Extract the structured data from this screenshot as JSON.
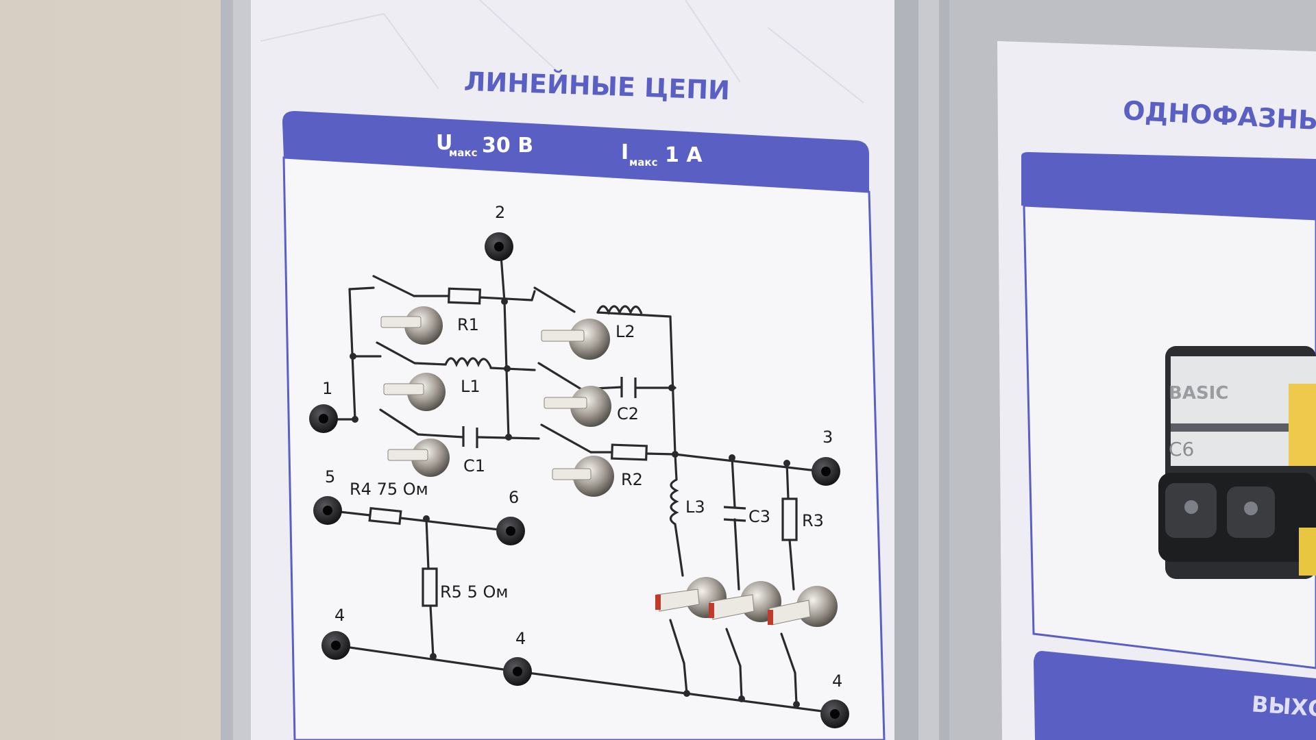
{
  "panel_left": {
    "title": "ЛИНЕЙНЫЕ ЦЕПИ",
    "ratings": {
      "voltage": {
        "symbol": "U",
        "sub": "макс",
        "value": "30 В"
      },
      "current": {
        "symbol": "I",
        "sub": "макс",
        "value": "1 А"
      }
    },
    "terminals": [
      "1",
      "2",
      "3",
      "4",
      "5",
      "6",
      "4",
      "4"
    ],
    "components": {
      "r1": "R1",
      "l1": "L1",
      "c1": "C1",
      "l2": "L2",
      "c2": "C2",
      "r2": "R2",
      "l3": "L3",
      "c3": "C3",
      "r3": "R3",
      "r4": "R4 75 Ом",
      "r5": "R5 5 Ом"
    }
  },
  "panel_right": {
    "title": "ОДНОФАЗНЫЙ",
    "breaker": {
      "brand": "BASIC",
      "rating": "C6"
    },
    "section_header": "ВЫХО"
  },
  "colors": {
    "accent": "#5a5fc4",
    "panel": "#f0eff4",
    "frame": "#b9bbc2",
    "wall": "#d6cdc2",
    "wire": "#2a2a2e"
  }
}
